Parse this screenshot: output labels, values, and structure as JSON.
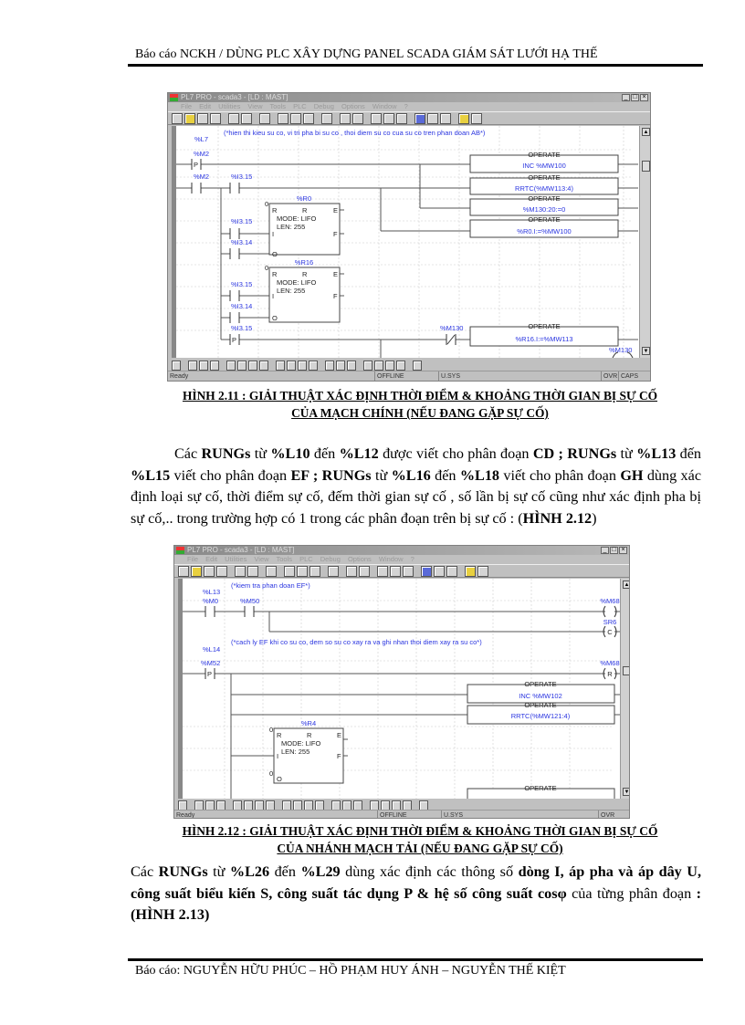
{
  "header": {
    "title": "Báo cáo NCKH / DÙNG PLC XÂY DỰNG PANEL SCADA GIÁM SÁT LƯỚI HẠ THẾ"
  },
  "window": {
    "title": "PL7 PRO - scada3 - [LD : MAST]",
    "menu": "File Edit Utilities View Tools PLC Debug Options Window ?",
    "status": {
      "ready": "Ready",
      "offline": "OFFLINE",
      "usys": "U.SYS",
      "ovr": "OVR",
      "caps": "CAPS"
    }
  },
  "figure1": {
    "comment": "(*hien thi kieu su co, vi tri pha bi su co , thoi diem su co cua su co tren phan doan AB*)",
    "rung": "%L7",
    "m2a": "%M2",
    "m2b": "%M2",
    "i315a": "%I3.15",
    "i315b": "%I3.15",
    "i314a": "%I3.14",
    "i315c": "%I3.15",
    "i314b": "%I3.14",
    "i315d": "%I3.15",
    "m130": "%M130",
    "m130b": "%M130",
    "p": "P",
    "operate": "OPERATE",
    "op1": "INC %MW100",
    "op2": "RRTC(%MW113:4)",
    "op3": "%M130:20:=0",
    "op4": "%R0.I:=%MW100",
    "op5": "%R16.I:=%MW113",
    "r0": "%R0",
    "r16": "%R16",
    "block": {
      "r": "R",
      "e": "E",
      "f": "F",
      "i": "I",
      "o": "O",
      "mode": "MODE: LIFO",
      "len": "LEN: 255",
      "zero": "0"
    }
  },
  "caption1": {
    "line1": "HÌNH 2.11 : GIẢI THUẬT XÁC ĐỊNH THỜI ĐIỂM & KHOẢNG THỜI GIAN BỊ SỰ CỐ",
    "line2": "CỦA MẠCH CHÍNH (NẾU ĐANG GẶP SỰ CỐ)"
  },
  "para1": {
    "t1": "Các ",
    "b1": "RUNGs",
    "t2": " từ ",
    "b2": "%L10",
    "t3": " đến ",
    "b3": "%L12",
    "t4": " được viết cho phân đoạn ",
    "b4": "CD ; RUNGs",
    "t5": " từ ",
    "b5": "%L13",
    "t6": " đến ",
    "b6": "%L15",
    "t7": " viết cho phân đoạn ",
    "b7": "EF ; RUNGs",
    "t8": " từ ",
    "b8": "%L16",
    "t9": " đến ",
    "b9": "%L18",
    "t10": " viết cho phân đoạn ",
    "b10": "GH",
    "t11": " dùng xác định  loại sự cố, thời điểm sự cố, đếm thời gian sự cố , số lần bị sự cố cũng như xác định pha bị sự cố,.. trong trường hợp có 1 trong các phân đoạn trên bị sự cố : (",
    "b11": "HÌNH 2.12",
    "t12": ")"
  },
  "figure2": {
    "comment1": "(*kiem tra phan doan EF*)",
    "rung1": "%L13",
    "comment2": "(*cach ly EF khi co su co, dem so su co xay ra va ghi nhan thoi diem xay ra su co*)",
    "rung2": "%L14",
    "m0": "%M0",
    "m50": "%M50",
    "m68a": "%M68",
    "sr6": "SR6",
    "c": "C",
    "m52": "%M52",
    "m68b": "%M68",
    "r": "R",
    "p": "P",
    "operate": "OPERATE",
    "op1": "INC %MW102",
    "op2": "RRTC(%MW121:4)",
    "r4": "%R4"
  },
  "caption2": {
    "line1": "HÌNH 2.12 : GIẢI THUẬT XÁC ĐỊNH THỜI ĐIỂM & KHOẢNG THỜI GIAN BỊ SỰ CỐ",
    "line2": "CỦA NHÁNH MẠCH TẢI (NẾU ĐANG GẶP SỰ CỐ)"
  },
  "para2": {
    "t1": "Các ",
    "b1": "RUNGs",
    "t2": " từ ",
    "b2": "%L26",
    "t3": " đến ",
    "b3": "%L29",
    "t4": " dùng xác định các thông số ",
    "b4": "dòng I, áp pha và áp dây U, công suất biểu kiến S, công suất tác dụng P & hệ số công suất cosφ",
    "t5": " của từng phân đoạn ",
    "b5": ": (HÌNH 2.13)"
  },
  "footer": {
    "text": "Báo cáo: NGUYỄN HỮU PHÚC – HỒ PHẠM HUY ÁNH – NGUYỄN THẾ KIỆT"
  },
  "colors": {
    "ladder_label": "#2a35e0",
    "window_gray": "#c0c0c0"
  }
}
